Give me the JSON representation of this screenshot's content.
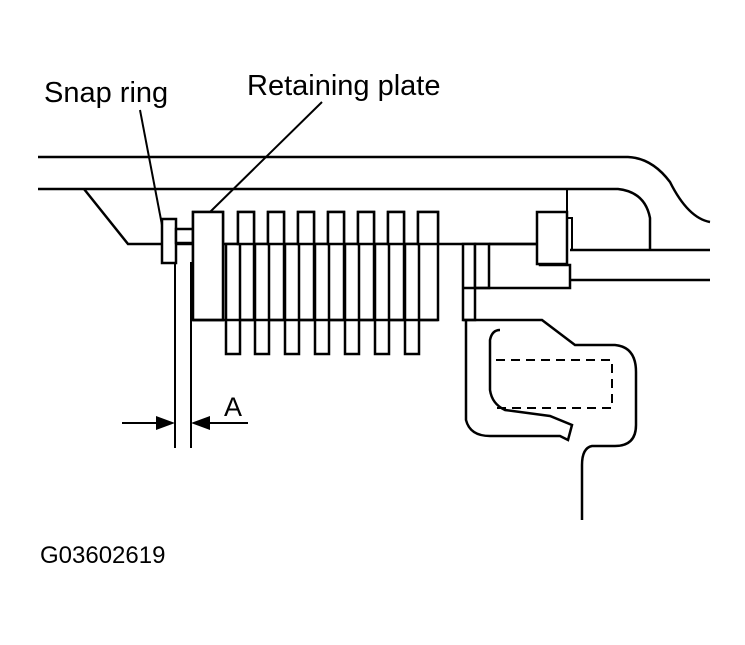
{
  "labels": {
    "snap_ring": "Snap ring",
    "retaining_plate": "Retaining plate",
    "clearance": "A",
    "figure_id": "G03602619"
  }
}
